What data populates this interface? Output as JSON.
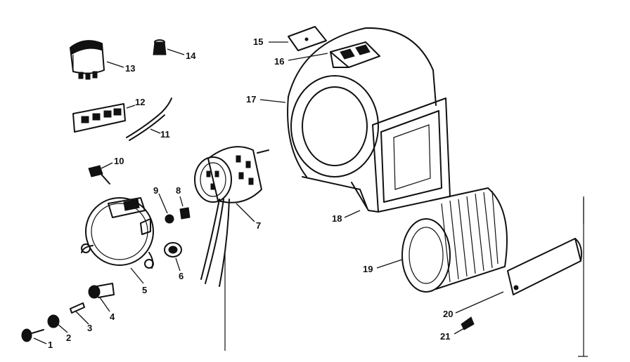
{
  "diagram": {
    "colors": {
      "ink": "#111111",
      "paper": "#ffffff"
    },
    "callouts": [
      {
        "id": "1",
        "text": "1"
      },
      {
        "id": "2",
        "text": "2"
      },
      {
        "id": "3",
        "text": "3"
      },
      {
        "id": "4",
        "text": "4"
      },
      {
        "id": "5",
        "text": "5"
      },
      {
        "id": "6",
        "text": "6"
      },
      {
        "id": "7",
        "text": "7"
      },
      {
        "id": "8",
        "text": "8"
      },
      {
        "id": "9",
        "text": "9"
      },
      {
        "id": "10",
        "text": "10"
      },
      {
        "id": "11",
        "text": "11"
      },
      {
        "id": "12",
        "text": "12"
      },
      {
        "id": "13",
        "text": "13"
      },
      {
        "id": "14",
        "text": "14"
      },
      {
        "id": "15",
        "text": "15"
      },
      {
        "id": "16",
        "text": "16"
      },
      {
        "id": "17",
        "text": "17"
      },
      {
        "id": "18",
        "text": "18"
      },
      {
        "id": "19",
        "text": "19"
      },
      {
        "id": "20",
        "text": "20"
      },
      {
        "id": "21",
        "text": "21"
      }
    ]
  }
}
